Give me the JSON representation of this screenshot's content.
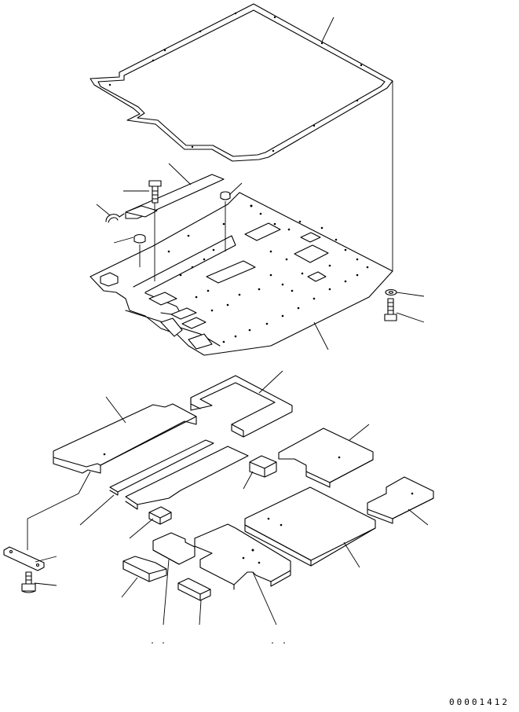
{
  "drawing": {
    "code": "00001412",
    "parts": [
      "floor-frame-seal",
      "floor-plate",
      "floor-mats"
    ]
  }
}
